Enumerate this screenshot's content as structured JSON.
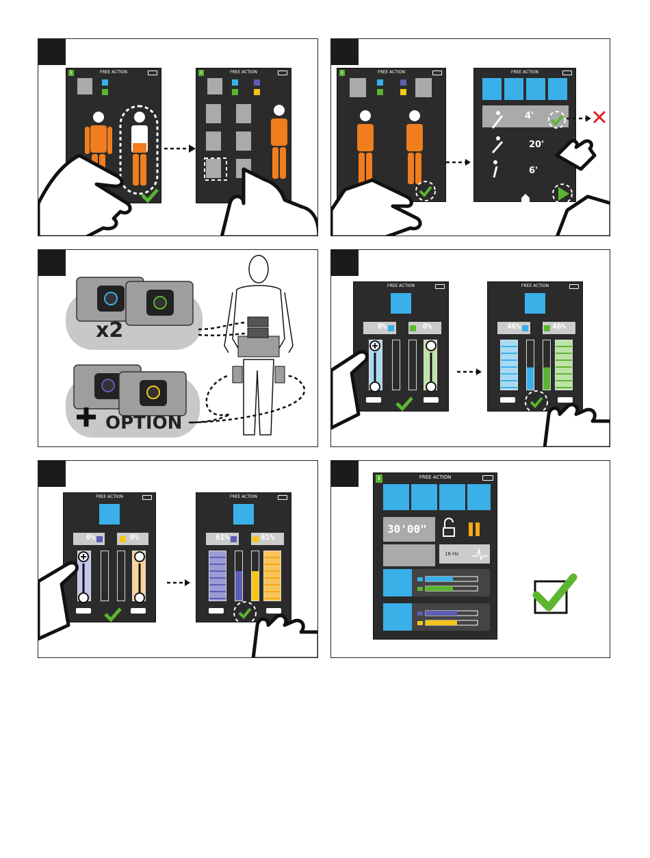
{
  "labels": {
    "free_action": "FREE ACTION",
    "times": [
      "4'",
      "20'",
      "6'"
    ],
    "x2": "x2",
    "option": "OPTION",
    "pct_0": "0%",
    "pct_46": "46%",
    "pct_61": "61%",
    "timer": "30'00\"",
    "freq": "16 Hz"
  },
  "colors": {
    "orange": "#f07d1e",
    "blue": "#3ab0e8",
    "green": "#5cb531",
    "purple": "#5d5db4",
    "yellow": "#f5c518",
    "red_x": "#e01f26",
    "screen": "#2b2b2b"
  }
}
